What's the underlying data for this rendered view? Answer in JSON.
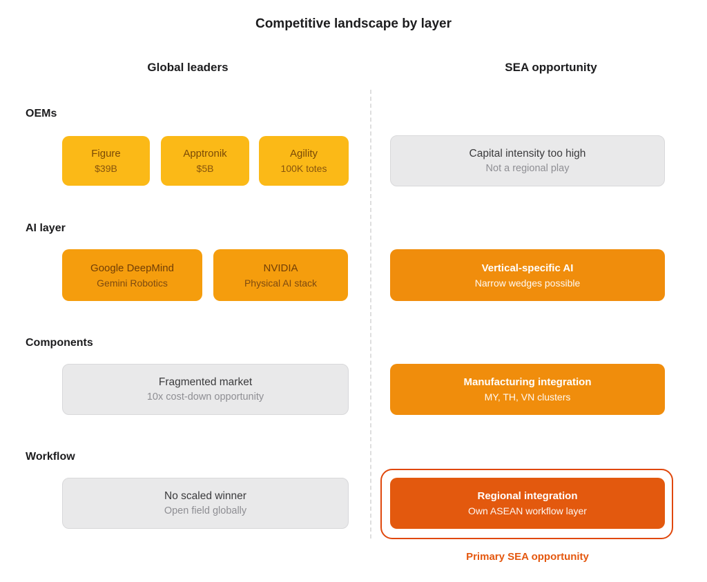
{
  "title": "Competitive landscape by layer",
  "columns": {
    "left": "Global leaders",
    "right": "SEA opportunity"
  },
  "colors": {
    "yellow": "#FBB917",
    "orange": "#F59D0D",
    "orange_deep": "#F08D0C",
    "orange_dark": "#E3590E",
    "highlight": "#E0470B",
    "accent_text": "#E4570E",
    "gray_bg": "#E9E9EA"
  },
  "rows": [
    {
      "label": "OEMs",
      "left_boxes": [
        {
          "title": "Figure",
          "subtitle": "$39B",
          "color_style": "yellow"
        },
        {
          "title": "Apptronik",
          "subtitle": "$5B",
          "color_style": "yellow"
        },
        {
          "title": "Agility",
          "subtitle": "100K totes",
          "color_style": "yellow"
        }
      ],
      "right_box": {
        "title": "Capital intensity too high",
        "subtitle": "Not a regional play",
        "color_style": "gray"
      }
    },
    {
      "label": "AI layer",
      "left_boxes": [
        {
          "title": "Google DeepMind",
          "subtitle": "Gemini Robotics",
          "color_style": "orange"
        },
        {
          "title": "NVIDIA",
          "subtitle": "Physical AI stack",
          "color_style": "orange"
        }
      ],
      "right_box": {
        "title": "Vertical-specific AI",
        "subtitle": "Narrow wedges possible",
        "color_style": "orange-white"
      }
    },
    {
      "label": "Components",
      "left_boxes": [
        {
          "title": "Fragmented market",
          "subtitle": "10x cost-down opportunity",
          "color_style": "gray"
        }
      ],
      "right_box": {
        "title": "Manufacturing integration",
        "subtitle": "MY, TH, VN clusters",
        "color_style": "orange-white"
      }
    },
    {
      "label": "Workflow",
      "left_boxes": [
        {
          "title": "No scaled winner",
          "subtitle": "Open field globally",
          "color_style": "gray"
        }
      ],
      "right_box": {
        "title": "Regional integration",
        "subtitle": "Own ASEAN workflow layer",
        "color_style": "dark-orange",
        "highlighted": true
      }
    }
  ],
  "footnote": "Primary SEA opportunity"
}
